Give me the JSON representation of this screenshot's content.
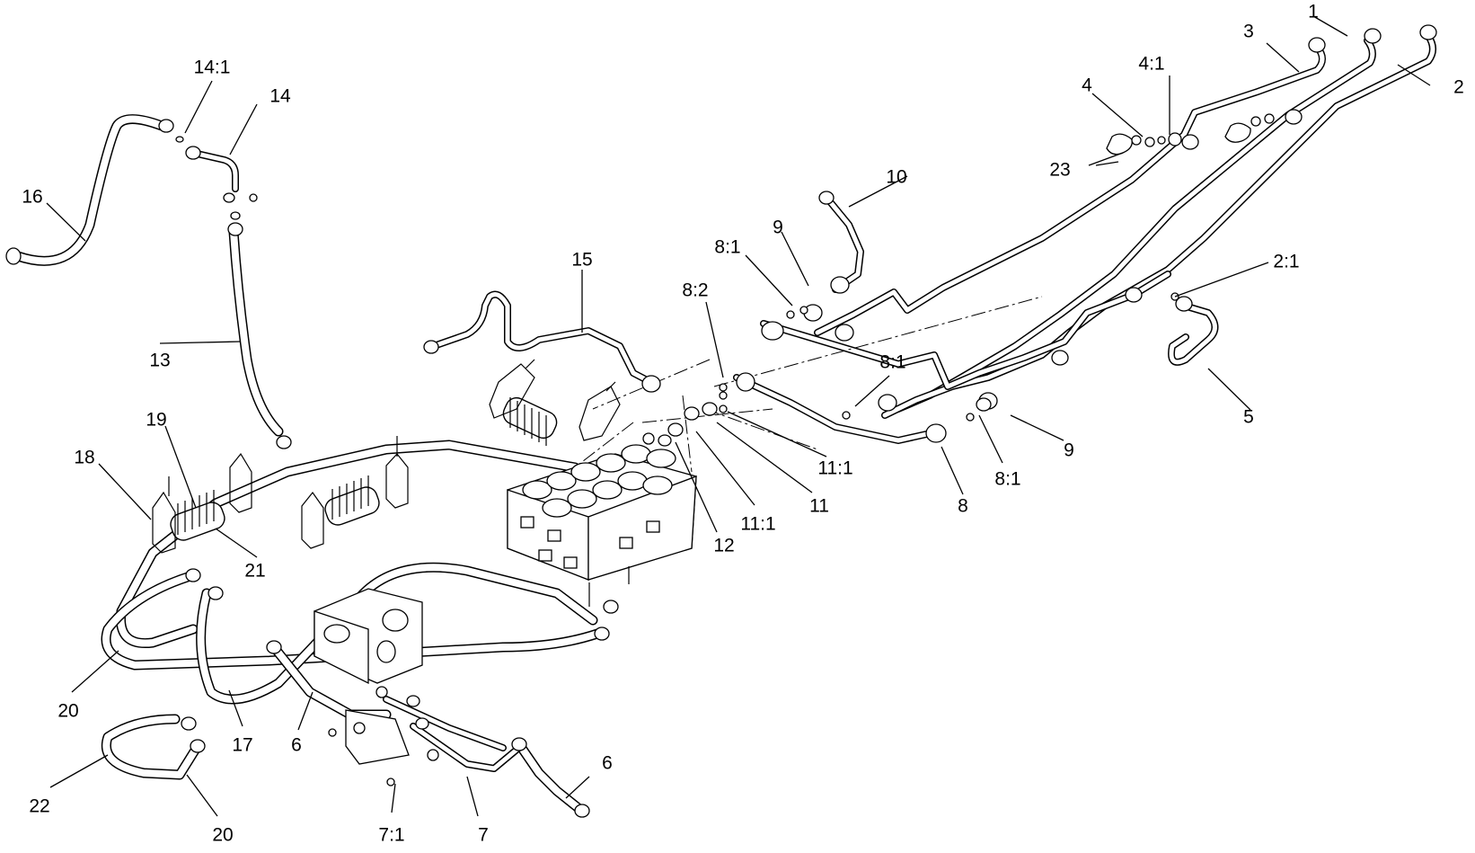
{
  "diagram": {
    "callouts": [
      {
        "id": "c-1",
        "text": "1"
      },
      {
        "id": "c-2",
        "text": "2"
      },
      {
        "id": "c-2-1",
        "text": "2:1"
      },
      {
        "id": "c-3",
        "text": "3"
      },
      {
        "id": "c-4",
        "text": "4"
      },
      {
        "id": "c-4-1",
        "text": "4:1"
      },
      {
        "id": "c-5",
        "text": "5"
      },
      {
        "id": "c-6a",
        "text": "6"
      },
      {
        "id": "c-6b",
        "text": "6"
      },
      {
        "id": "c-7",
        "text": "7"
      },
      {
        "id": "c-7-1",
        "text": "7:1"
      },
      {
        "id": "c-8",
        "text": "8"
      },
      {
        "id": "c-8-1a",
        "text": "8:1"
      },
      {
        "id": "c-8-1b",
        "text": "8:1"
      },
      {
        "id": "c-8-1c",
        "text": "8:1"
      },
      {
        "id": "c-8-2",
        "text": "8:2"
      },
      {
        "id": "c-9a",
        "text": "9"
      },
      {
        "id": "c-9b",
        "text": "9"
      },
      {
        "id": "c-10",
        "text": "10"
      },
      {
        "id": "c-11",
        "text": "11"
      },
      {
        "id": "c-11-1a",
        "text": "11:1"
      },
      {
        "id": "c-11-1b",
        "text": "11:1"
      },
      {
        "id": "c-12",
        "text": "12"
      },
      {
        "id": "c-13",
        "text": "13"
      },
      {
        "id": "c-14",
        "text": "14"
      },
      {
        "id": "c-14-1",
        "text": "14:1"
      },
      {
        "id": "c-15",
        "text": "15"
      },
      {
        "id": "c-16",
        "text": "16"
      },
      {
        "id": "c-17",
        "text": "17"
      },
      {
        "id": "c-18",
        "text": "18"
      },
      {
        "id": "c-19",
        "text": "19"
      },
      {
        "id": "c-20a",
        "text": "20"
      },
      {
        "id": "c-20b",
        "text": "20"
      },
      {
        "id": "c-21",
        "text": "21"
      },
      {
        "id": "c-22",
        "text": "22"
      },
      {
        "id": "c-23",
        "text": "23"
      }
    ]
  }
}
